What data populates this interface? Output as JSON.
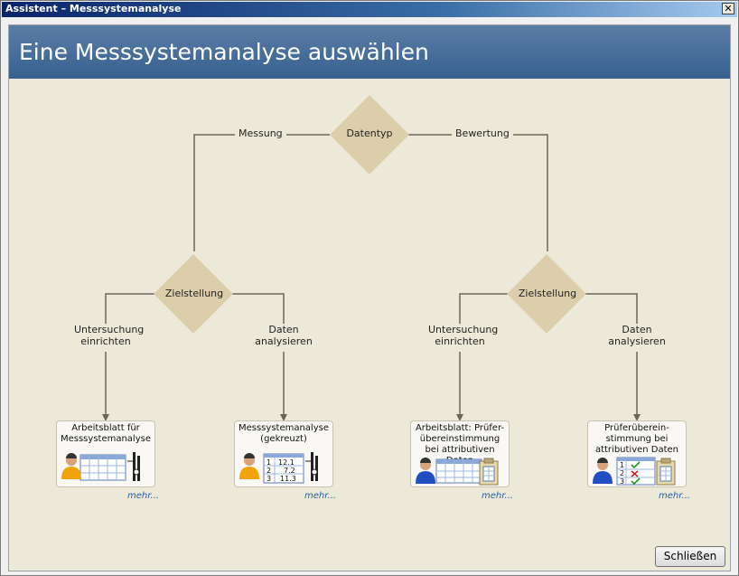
{
  "window": {
    "title": "Assistent – Messsystemanalyse",
    "close_glyph": "✕"
  },
  "header": {
    "title": "Eine Messsystemanalyse auswählen"
  },
  "flow": {
    "root": {
      "label": "Datentyp",
      "left_branch": "Messung",
      "right_branch": "Bewertung"
    },
    "left": {
      "label": "Zielstellung",
      "left_branch": "Untersuchung einrichten",
      "right_branch": "Daten analysieren"
    },
    "right": {
      "label": "Zielstellung",
      "left_branch": "Untersuchung einrichten",
      "right_branch": "Daten analysieren"
    }
  },
  "cards": [
    {
      "title": "Arbeitsblatt für Messsystemanalyse",
      "link": "mehr...",
      "icon": "worksheet-gage-icon"
    },
    {
      "title": "Messsystemanalyse (gekreuzt)",
      "link": "mehr...",
      "icon": "crossed-gage-icon",
      "table": [
        [
          "1",
          "12.1"
        ],
        [
          "2",
          "7.2"
        ],
        [
          "3",
          "11.3"
        ]
      ]
    },
    {
      "title": "Arbeitsblatt: Prüfer-übereinstimmung bei attributiven Daten",
      "link": "mehr...",
      "icon": "attribute-worksheet-icon"
    },
    {
      "title": "Prüferüberein-stimmung bei attributiven Daten",
      "link": "mehr...",
      "icon": "attribute-agreement-icon",
      "rows": [
        "1",
        "2",
        "3"
      ]
    }
  ],
  "footer": {
    "close_label": "Schließen"
  },
  "colors": {
    "header": "#38618f",
    "diamond": "#dcceaa",
    "panel": "#ede9d8",
    "link": "#1f5fa8"
  }
}
